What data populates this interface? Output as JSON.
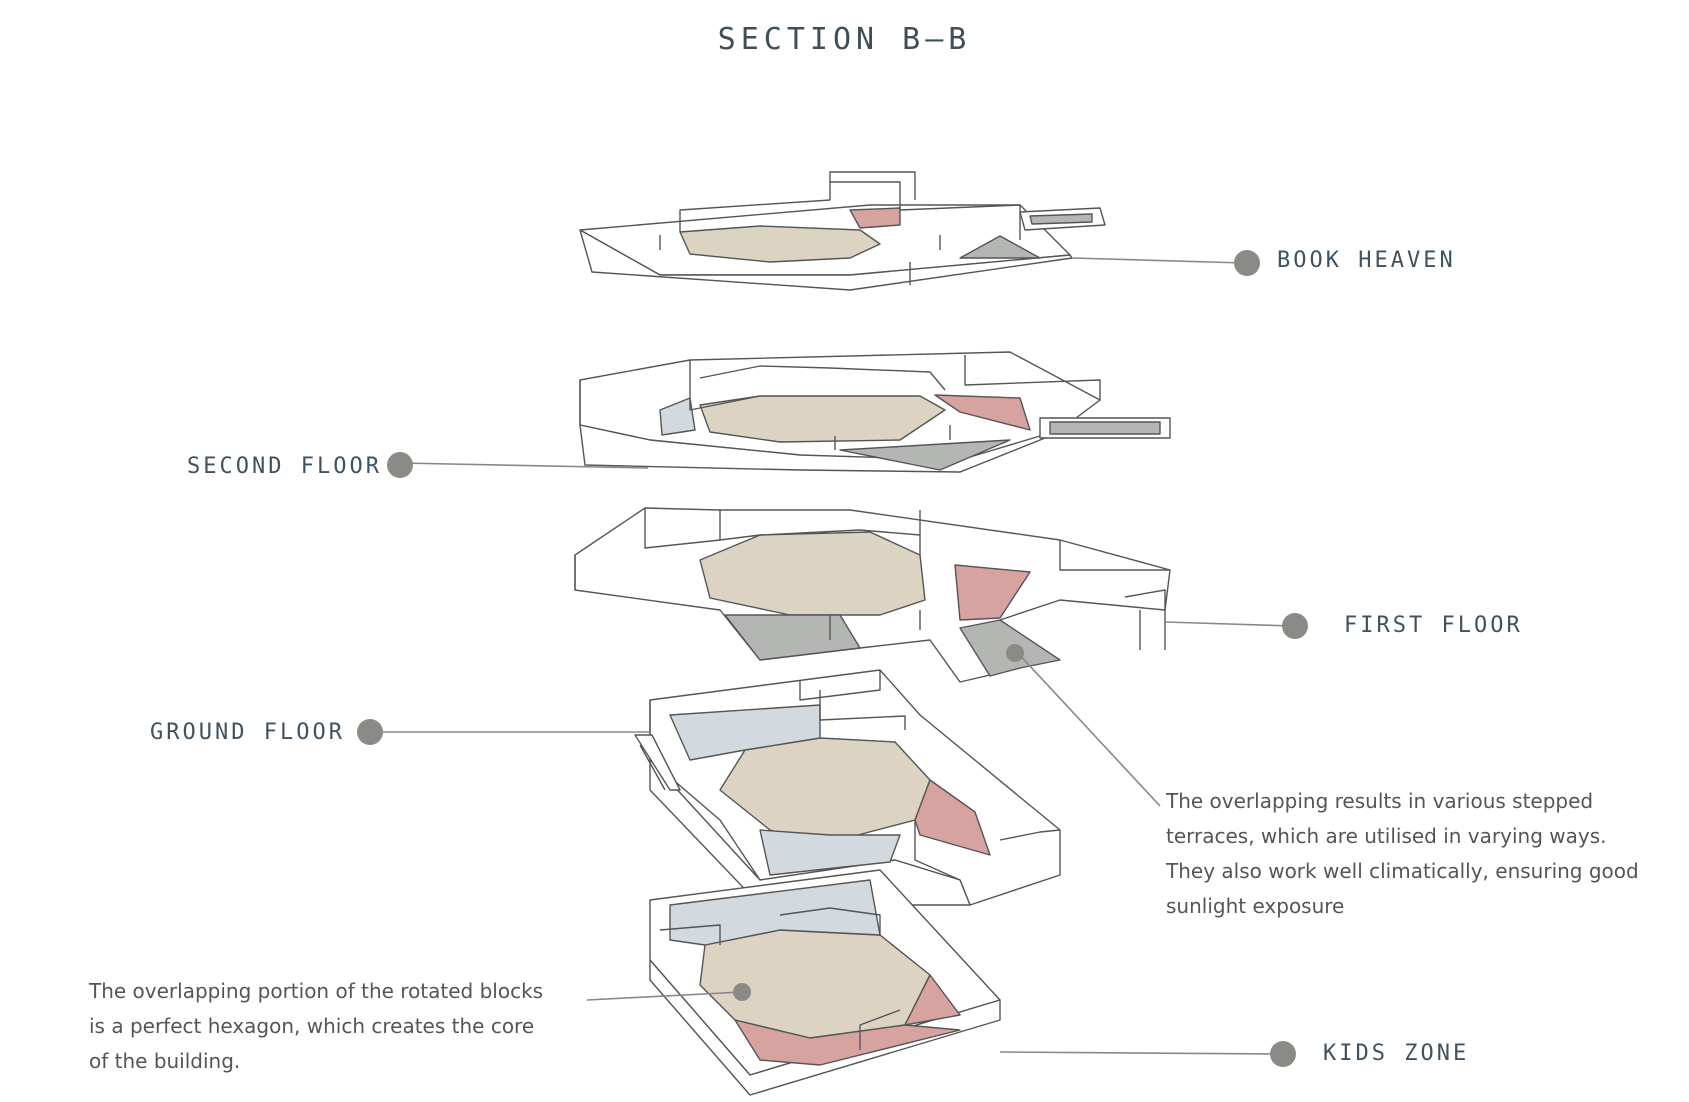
{
  "title": "SECTION B—B",
  "labels": {
    "book_heaven": "BOOK HEAVEN",
    "second_floor": "SECOND FLOOR",
    "first_floor": "FIRST FLOOR",
    "ground_floor": "GROUND FLOOR",
    "kids_zone": "KIDS ZONE"
  },
  "notes": {
    "terraces": [
      "The overlapping results in various stepped",
      "terraces, which are utilised in varying ways.",
      "They also work well climatically, ensuring good",
      "sunlight exposure"
    ],
    "hexagon": [
      "The overlapping portion of the rotated blocks",
      "is a perfect hexagon, which creates the core",
      "of the building."
    ]
  },
  "colors": {
    "wall": "#ffffff",
    "outline": "#555555",
    "core_floor": "#ddd3c2",
    "pink_floor": "#d7a3a1",
    "blue_floor": "#d3dadf",
    "grey_terrace": "#b4b6b3",
    "leader": "#888888",
    "marker": "#8c8a86"
  }
}
